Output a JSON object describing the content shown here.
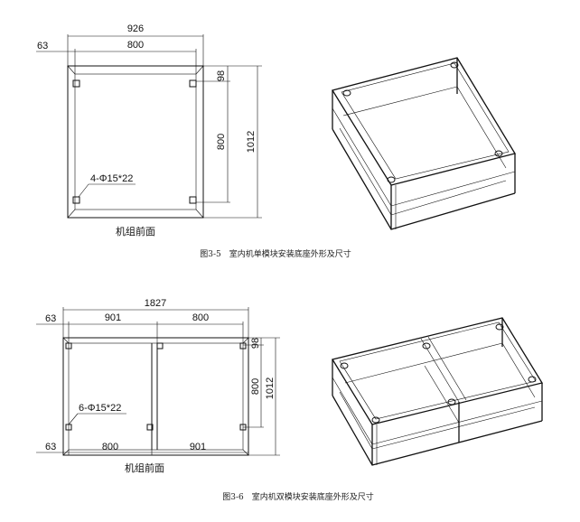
{
  "figure1": {
    "dims": {
      "overall_width": "926",
      "inner_width": "800",
      "left_offset": "63",
      "top_offset": "98",
      "inner_height": "800",
      "overall_height": "1012"
    },
    "hole_label": "4-Φ15*22",
    "front_label": "机组前面",
    "caption": "图3-5　室内机单模块安装底座外形及尺寸"
  },
  "figure2": {
    "dims": {
      "overall_width": "1827",
      "left_width": "901",
      "right_width": "800",
      "left_offset_top": "63",
      "top_offset": "98",
      "inner_height": "800",
      "overall_height": "1012",
      "left_offset_bottom": "63",
      "bottom_left_width": "800",
      "bottom_right_width": "901"
    },
    "hole_label": "6-Φ15*22",
    "front_label": "机组前面",
    "caption": "图3-6　室内机双模块安装底座外形及尺寸"
  }
}
